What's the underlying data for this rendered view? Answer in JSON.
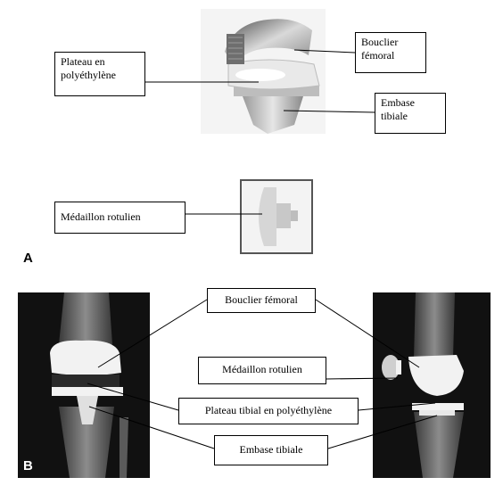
{
  "panel_a": {
    "letter": "A",
    "labels": {
      "bouclier_femoral": "Bouclier fémoral",
      "plateau_polyethylene": "Plateau en polyéthylène",
      "embase_tibiale": "Embase tibiale",
      "medaillon_rotulien": "Médaillon rotulien"
    }
  },
  "panel_b": {
    "letter": "B",
    "labels": {
      "bouclier_femoral": "Bouclier fémoral",
      "medaillon_rotulien": "Médaillon rotulien",
      "plateau_tibial": "Plateau tibial en polyéthylène",
      "embase_tibiale": "Embase tibiale"
    }
  },
  "colors": {
    "line": "#000000",
    "xray_bg": "#111111",
    "implant": "#f2f2f2"
  }
}
